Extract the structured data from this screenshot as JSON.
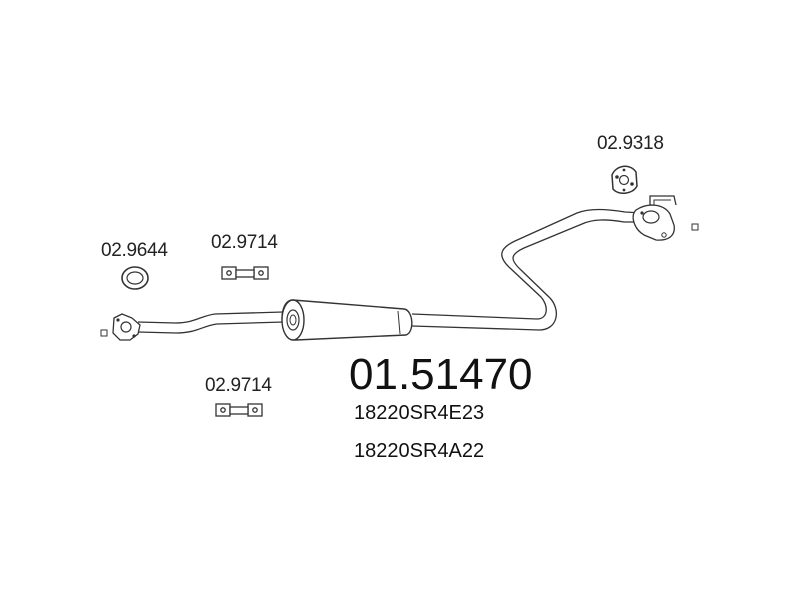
{
  "part_number": "01.51470",
  "oe_numbers": [
    "18220SR4E23",
    "18220SR4A22"
  ],
  "accessories": {
    "gasket_ring": "02.9644",
    "rubber_hanger_upper": "02.9714",
    "rubber_hanger_lower": "02.9714",
    "flange_gasket": "02.9318"
  },
  "colors": {
    "line": "#333333",
    "background": "#ffffff"
  }
}
